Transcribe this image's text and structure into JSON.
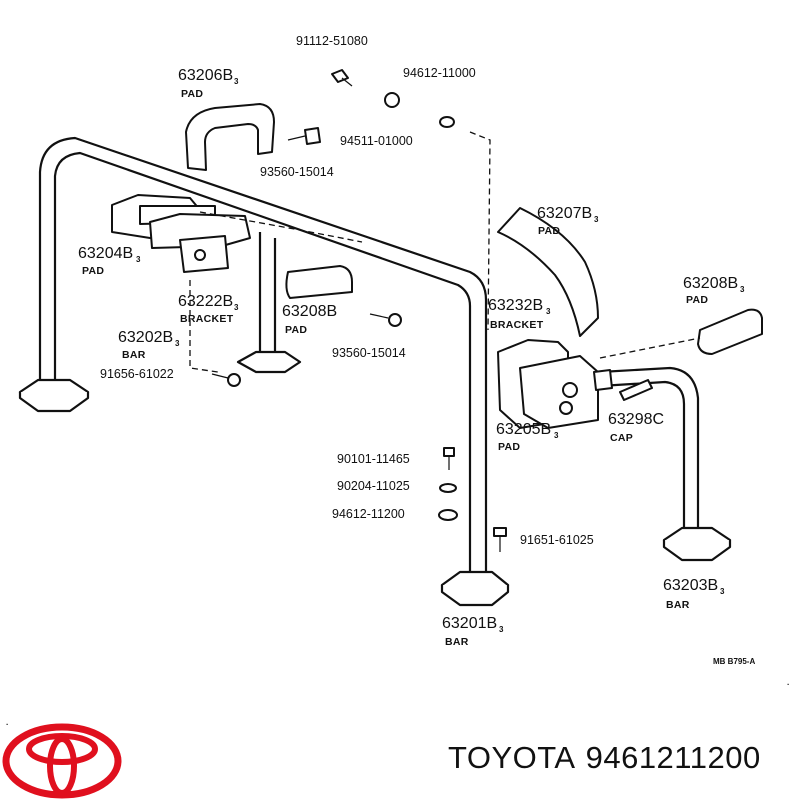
{
  "diagram": {
    "callouts": {
      "c1": {
        "number": "91112-51080",
        "desc": ""
      },
      "c2": {
        "number": "94612-11000",
        "desc": ""
      },
      "c3": {
        "number": "63206B",
        "desc": "PAD"
      },
      "c4": {
        "number": "94511-01000",
        "desc": ""
      },
      "c5": {
        "number": "93560-15014",
        "desc": ""
      },
      "c6": {
        "number": "63207B",
        "desc": "PAD"
      },
      "c7": {
        "number": "63204B",
        "desc": "PAD"
      },
      "c8": {
        "number": "63208B",
        "desc": "PAD"
      },
      "c9": {
        "number": "63222B",
        "desc": "BRACKET"
      },
      "c10": {
        "number": "63208B",
        "desc": "PAD"
      },
      "c11": {
        "number": "63232B",
        "desc": "BRACKET"
      },
      "c12": {
        "number": "63202B",
        "desc": "BAR"
      },
      "c13": {
        "number": "93560-15014",
        "desc": ""
      },
      "c14": {
        "number": "91656-61022",
        "desc": ""
      },
      "c15": {
        "number": "63205B",
        "desc": "PAD"
      },
      "c16": {
        "number": "63298C",
        "desc": "CAP"
      },
      "c17": {
        "number": "90101-11465",
        "desc": ""
      },
      "c18": {
        "number": "90204-11025",
        "desc": ""
      },
      "c19": {
        "number": "94612-11200",
        "desc": ""
      },
      "c20": {
        "number": "91651-61025",
        "desc": ""
      },
      "c21": {
        "number": "63203B",
        "desc": "BAR"
      },
      "c22": {
        "number": "63201B",
        "desc": "BAR"
      }
    },
    "subscript": "3",
    "drawing_code": "MB B795-A"
  },
  "footer": {
    "brand": "TOYOTA",
    "part_number": "9461211200",
    "logo_color": "#e0101e"
  }
}
